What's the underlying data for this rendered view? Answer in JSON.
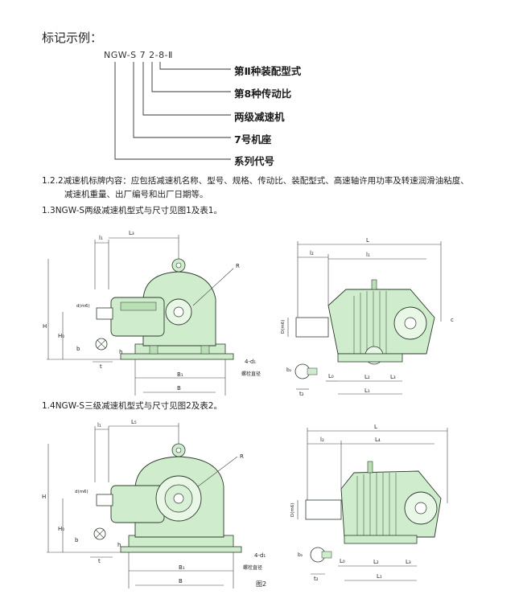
{
  "heading": "标记示例：",
  "model_code": "NGW-S 7 2-8-Ⅱ",
  "callouts": [
    "第Ⅱ种装配型式",
    "第8种传动比",
    "两级减速机",
    "7号机座",
    "系列代号"
  ],
  "paragraphs": {
    "p122_line1": "1.2.2减速机标牌内容：应包括减速机名称、型号、规格、传动比、装配型式、高速轴许用功率及转速润滑油粘度、",
    "p122_line2": "减速机重量、出厂编号和出厂日期等。",
    "p13": "1.3NGW-S两级减速机型式与尺寸见图1及表1。",
    "p14": "1.4NGW-S三级减速机型式与尺寸见图2及表2。"
  },
  "figure1_labels": {
    "l1": "l₁",
    "l3": "L₃",
    "r": "R",
    "d": "d(m6)",
    "h": "H",
    "h0": "H₀",
    "b": "b",
    "t": "t",
    "h_small": "h",
    "b1": "B₁",
    "bb": "B",
    "bolt": "4-d₁",
    "bolt_caption": "螺栓直径",
    "side_l": "L",
    "side_l2": "l₂",
    "side_l1": "l₁",
    "side_d": "D(m6)",
    "side_c": "c",
    "side_b2": "b₂",
    "side_l0": "L₀",
    "side_l2b": "L₂",
    "side_l3": "L₃",
    "side_t2": "t₂",
    "side_l1b": "L₁"
  },
  "figure2_labels": {
    "l1": "l₁",
    "l5": "L₅",
    "r": "R",
    "d": "d(m6)",
    "h": "H",
    "h0": "H₀",
    "b": "b",
    "t": "t",
    "h_small": "h",
    "b1": "B₁",
    "bb": "B",
    "bolt": "4-d₁",
    "bolt_caption": "螺栓直径",
    "side_l": "L",
    "side_l2": "l₂",
    "side_l4": "L₄",
    "side_d": "D(m6)",
    "side_b2": "b₂",
    "side_l0": "L₀",
    "side_l2b": "L₂",
    "side_l3": "L₃",
    "side_t2": "t₂",
    "side_l1": "L₁",
    "caption": "图2"
  },
  "colors": {
    "machine_fill": "#cfeccc",
    "machine_stroke": "#2c3a2c",
    "dim_line": "#444444"
  }
}
